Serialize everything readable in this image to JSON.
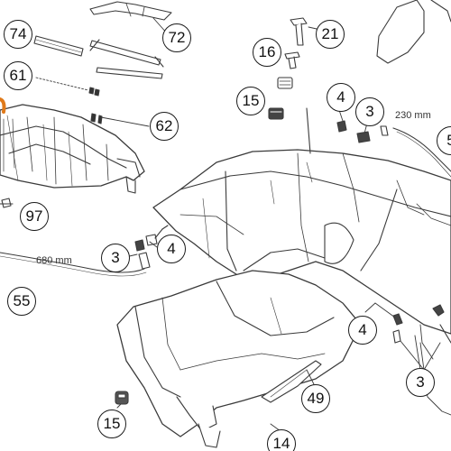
{
  "callouts": {
    "c74": "74",
    "c72": "72",
    "c21": "21",
    "c16": "16",
    "c61": "61",
    "c15a": "15",
    "c4a": "4",
    "c3a": "3",
    "c62": "62",
    "c5": "5",
    "c97": "97",
    "c3b": "3",
    "c4b": "4",
    "c55": "55",
    "c4c": "4",
    "c3c": "3",
    "c49": "49",
    "c15b": "15",
    "c14": "14"
  },
  "dimensions": {
    "d230": "230 mm",
    "d680": "680 mm"
  },
  "colors": {
    "line": "#3a3a3a",
    "part_fill": "#ffffff",
    "shadow": "#777777",
    "accent": "#e07a1a"
  }
}
